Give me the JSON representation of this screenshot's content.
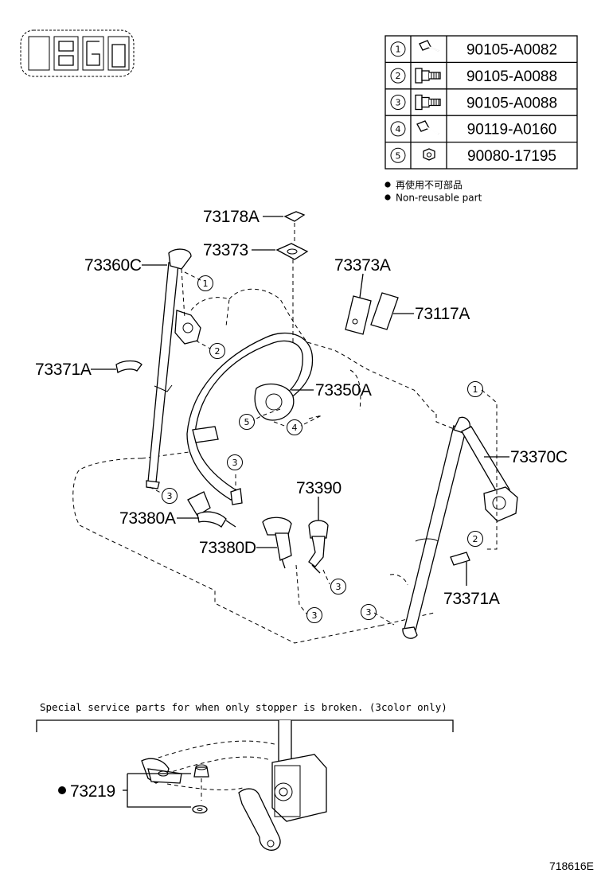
{
  "legend": {
    "rows": [
      {
        "index": "1",
        "icon": "bolt-icon",
        "part": "90105-A0082"
      },
      {
        "index": "2",
        "icon": "flange-bolt-icon",
        "part": "90105-A0088"
      },
      {
        "index": "3",
        "icon": "flange-bolt-icon",
        "part": "90105-A0088"
      },
      {
        "index": "4",
        "icon": "bolt-icon",
        "part": "90119-A0160"
      },
      {
        "index": "5",
        "icon": "nut-icon",
        "part": "90080-17195"
      }
    ],
    "note_jp": "再使用不可部品",
    "note_en": "Non-reusable part"
  },
  "callouts": {
    "c73178A": "73178A",
    "c73373": "73373",
    "c73373A": "73373A",
    "c73117A": "73117A",
    "c73360C": "73360C",
    "c73371A_left": "73371A",
    "c73350A": "73350A",
    "c73370C": "73370C",
    "c73390": "73390",
    "c73380A": "73380A",
    "c73380D": "73380D",
    "c73371A_right": "73371A"
  },
  "markers": {
    "m1a": "1",
    "m2a": "2",
    "m3a": "3",
    "m3b": "3",
    "m4": "4",
    "m5": "5",
    "m1b": "1",
    "m2b": "2",
    "m3c": "3",
    "m3d": "3",
    "m3e": "3"
  },
  "special": {
    "caption": "Special service parts for when only stopper is broken. (3color only)",
    "part": "73219"
  },
  "figure_id": "718616E"
}
